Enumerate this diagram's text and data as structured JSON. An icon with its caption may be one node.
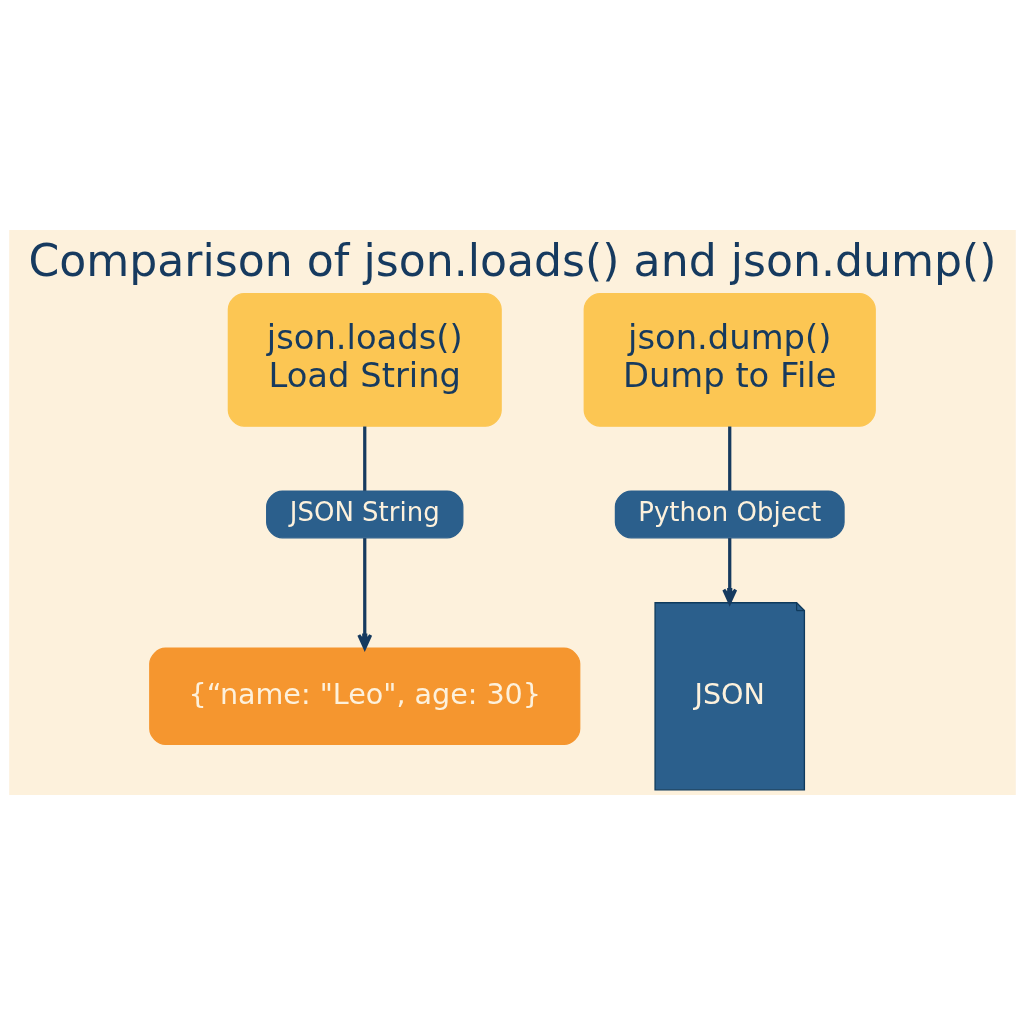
{
  "diagram": {
    "title": "Comparison of json.loads() and json.dump()",
    "nodes": [
      {
        "text": [
          "json.loads()",
          "Load String"
        ]
      },
      {
        "text": [
          "json.dump()",
          "Dump to File"
        ]
      },
      {
        "text": [
          "JSON String"
        ]
      },
      {
        "text": [
          "Python Object"
        ]
      },
      {
        "text": [
          "{“name: \"Leo\", age: 30}"
        ]
      },
      {
        "text": [
          "JSON"
        ]
      }
    ],
    "edges": [
      {
        "from": 0,
        "to": 2,
        "arrow": "none"
      },
      {
        "from": 2,
        "to": 4,
        "arrow": "to"
      },
      {
        "from": 1,
        "to": 3,
        "arrow": "none"
      },
      {
        "from": 3,
        "to": 5,
        "arrow": "to"
      }
    ]
  }
}
